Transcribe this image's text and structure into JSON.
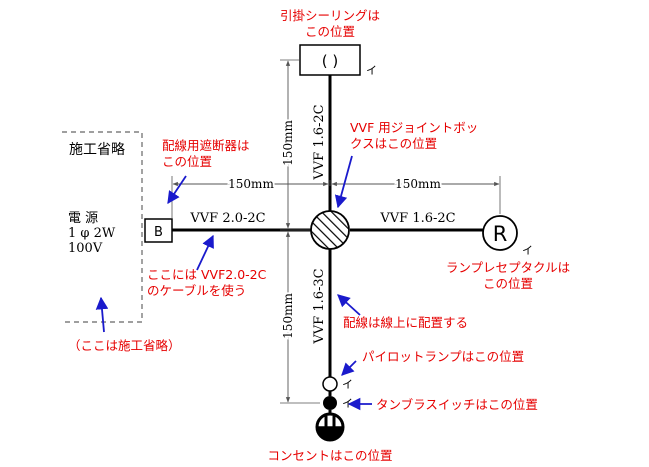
{
  "colors": {
    "annotation": "#e60000",
    "arrow": "#1a1acc",
    "line": "#000000",
    "dim": "#555555"
  },
  "left_panel": {
    "omitted_label": "施工省略",
    "source_label_1": "電 源",
    "source_label_2": "1 φ 2W",
    "source_label_3": "100V",
    "omitted_note": "（ここは施工省略）"
  },
  "devices": {
    "breaker_symbol": "B",
    "ceiling_symbol": "(  )",
    "receptacle_symbol": "R",
    "lamp_tag": "イ",
    "ceiling_tag": "イ",
    "pilot_tag": "イ",
    "switch_tag": "イ"
  },
  "cables": {
    "left": "VVF 2.0-2C",
    "right": "VVF 1.6-2C",
    "top": "VVF 1.6-2C",
    "bottom": "VVF 1.6-3C"
  },
  "dimensions": {
    "left": "150mm",
    "right": "150mm",
    "top": "150mm",
    "bottom": "150mm"
  },
  "annotations": {
    "ceiling_1": "引掛シーリングは",
    "ceiling_2": "この位置",
    "breaker_1": "配線用遮断器は",
    "breaker_2": "この位置",
    "jbox_1": "VVF 用ジョイントボッ",
    "jbox_2": "クスはこの位置",
    "cable_1": "ここには VVF2.0-2C",
    "cable_2": "のケーブルを使う",
    "lamp_1": "ランプレセプタクルは",
    "lamp_2": "この位置",
    "wiring": "配線は線上に配置する",
    "pilot": "パイロットランプはこの位置",
    "switch": "タンブラスイッチはこの位置",
    "outlet": "コンセントはこの位置"
  }
}
